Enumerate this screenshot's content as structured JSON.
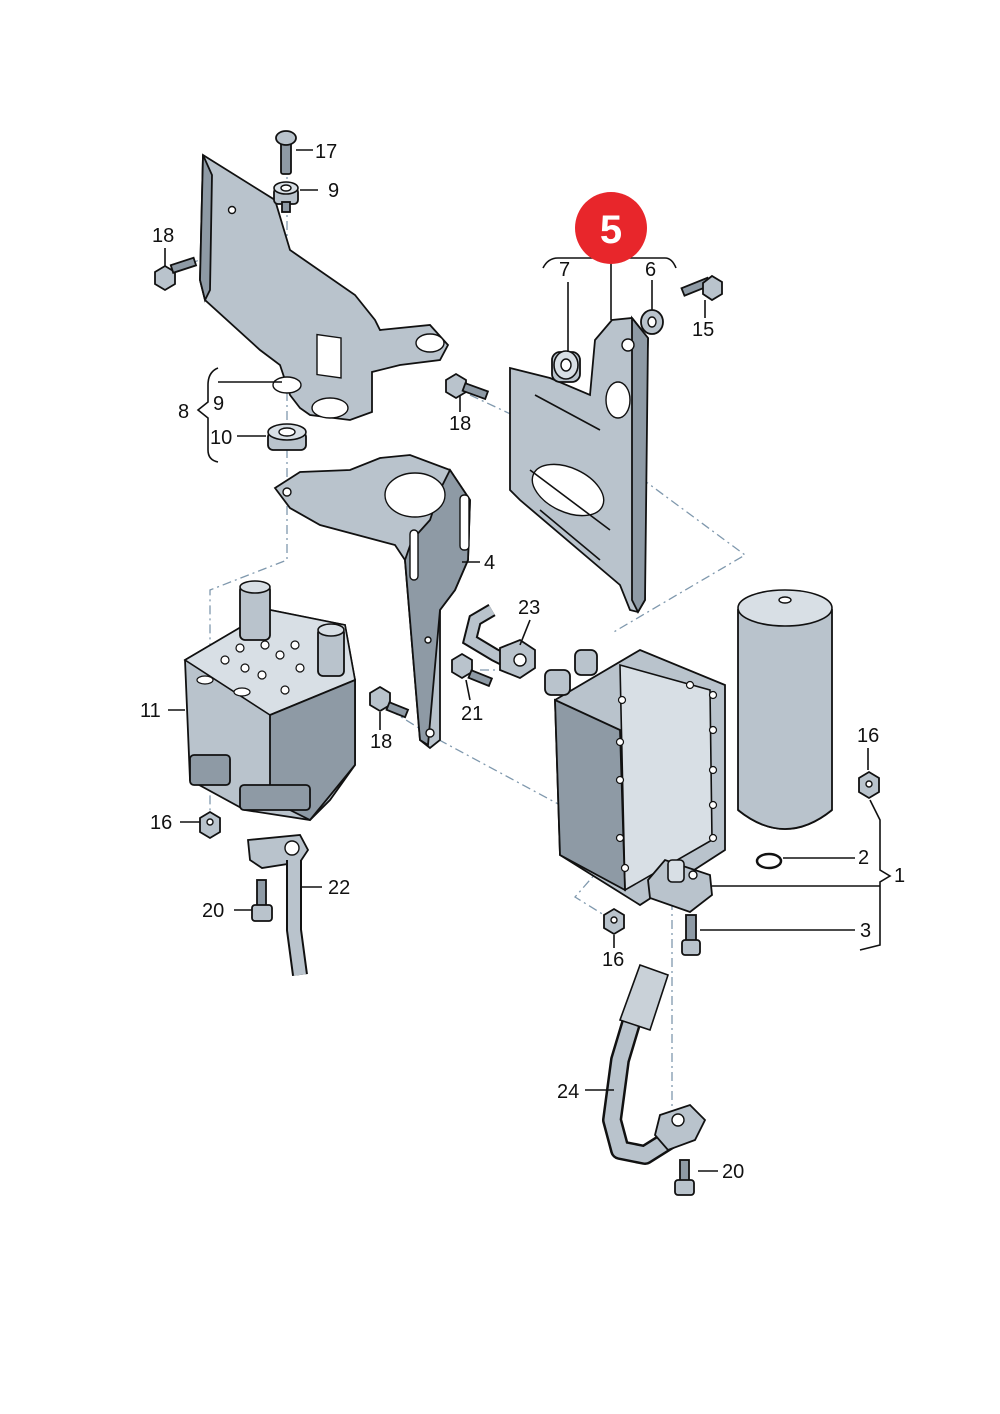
{
  "callout": {
    "badge": "5",
    "badge_color": "#e8262b"
  },
  "labels": {
    "p17": "17",
    "p9a": "9",
    "p18a": "18",
    "p9b": "9",
    "p8": "8",
    "p10": "10",
    "p7": "7",
    "p6": "6",
    "p15": "15",
    "p18b": "18",
    "p4": "4",
    "p23": "23",
    "p11": "11",
    "p21": "21",
    "p18c": "18",
    "p16a": "16",
    "p22": "22",
    "p20a": "20",
    "p16b": "16",
    "p2": "2",
    "p1": "1",
    "p3": "3",
    "p16c": "16",
    "p24": "24",
    "p20b": "20"
  }
}
